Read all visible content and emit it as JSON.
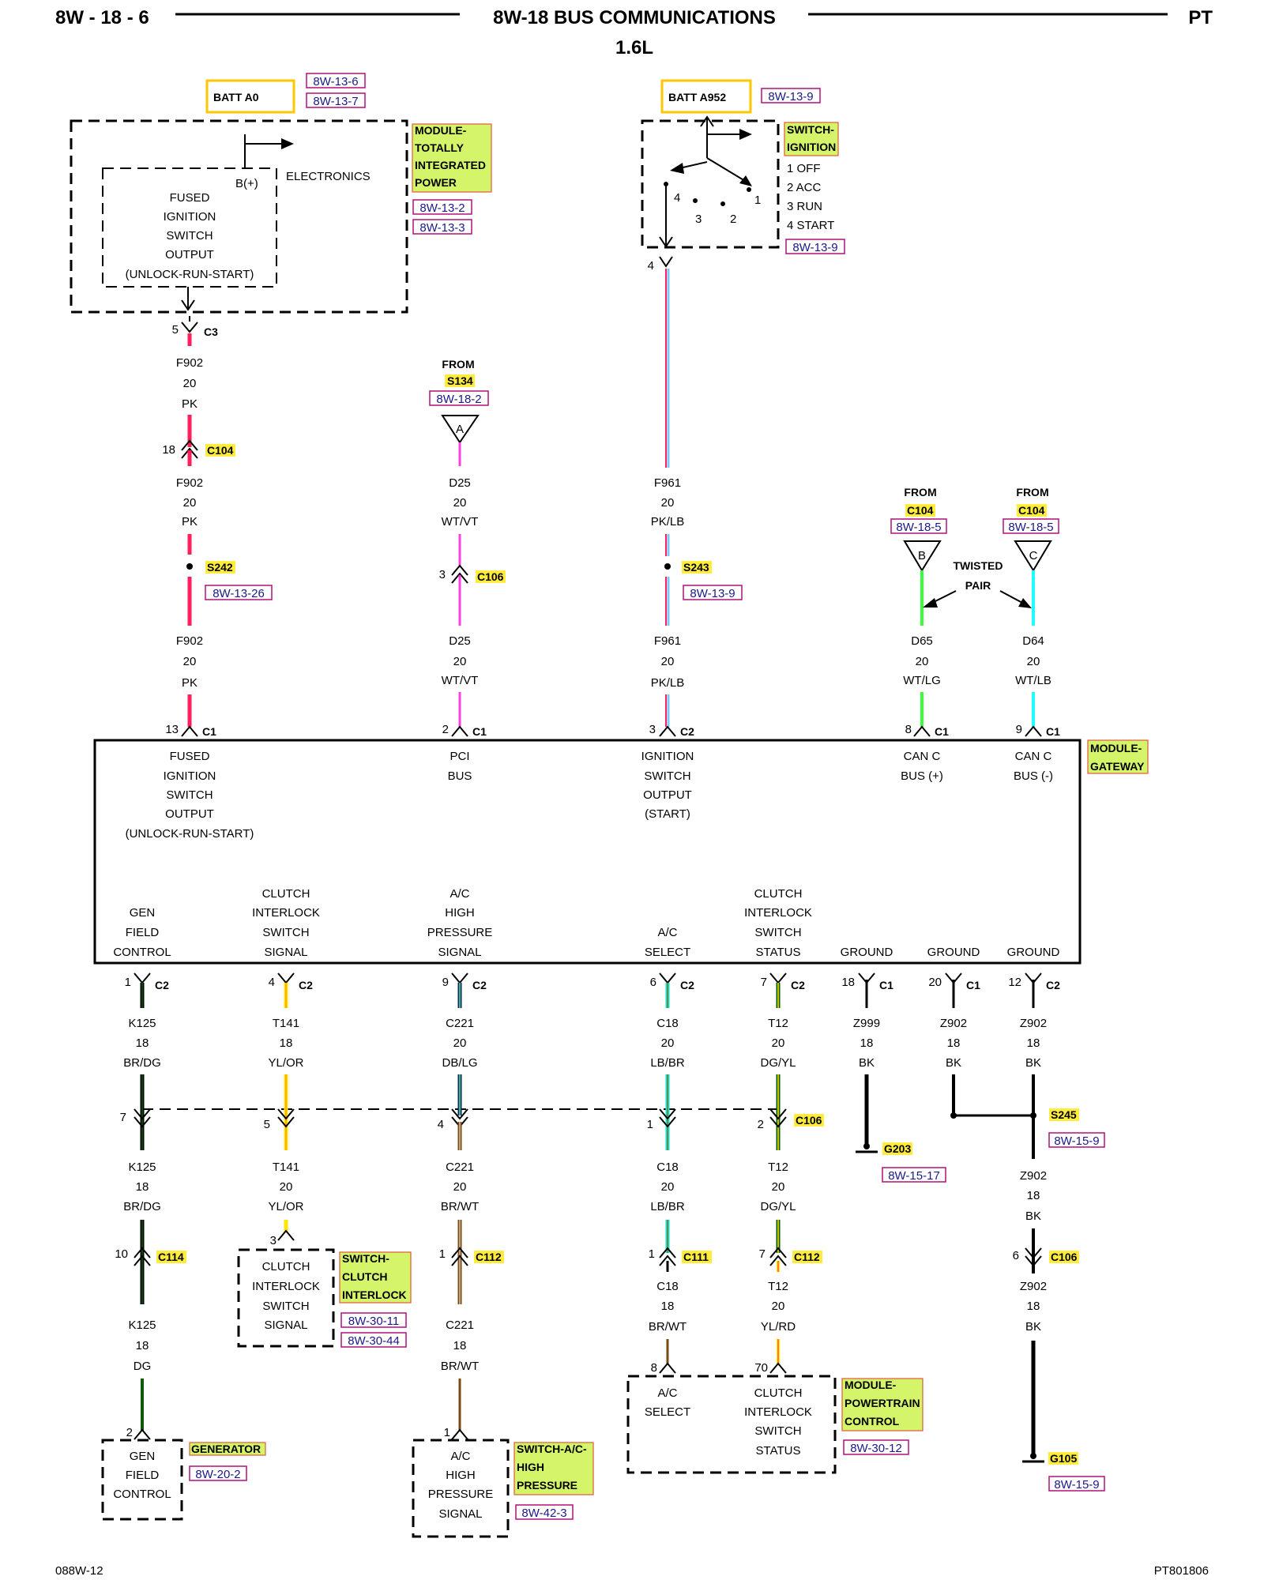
{
  "header": {
    "left": "8W - 18 - 6",
    "title": "8W-18 BUS COMMUNICATIONS",
    "right": "PT",
    "subtitle": "1.6L"
  },
  "footer": {
    "left": "088W-12",
    "right": "PT801806"
  },
  "top": {
    "batt_a0": "BATT A0",
    "batt_a952": "BATT A952",
    "ref_a0_1": "8W-13-6",
    "ref_a0_2": "8W-13-7",
    "ref_a952": "8W-13-9",
    "tipm": {
      "name_lines": [
        "MODULE-",
        "TOTALLY",
        "INTEGRATED",
        "POWER"
      ],
      "refs": [
        "8W-13-2",
        "8W-13-3"
      ],
      "bplus": "B(+)",
      "electronics": "ELECTRONICS",
      "inner_lines": [
        "FUSED",
        "IGNITION",
        "SWITCH",
        "OUTPUT",
        "(UNLOCK-RUN-START)"
      ]
    },
    "ign": {
      "name_lines": [
        "SWITCH-",
        "IGNITION"
      ],
      "positions": [
        "1 OFF",
        "2 ACC",
        "3 RUN",
        "4 START"
      ],
      "ref": "8W-13-9",
      "pin_labels": [
        "4",
        "3",
        "2",
        "1"
      ]
    }
  },
  "wires": {
    "f902": {
      "c3_pin": "5",
      "c3": "C3",
      "lines": [
        "F902",
        "20",
        "PK"
      ],
      "c104_pin": "18",
      "c104": "C104",
      "s242": "S242",
      "s242_ref": "8W-13-26",
      "c1_pin": "13",
      "c1": "C1"
    },
    "d25": {
      "from": "FROM",
      "s134": "S134",
      "s134_ref": "8W-18-2",
      "tri": "A",
      "lines": [
        "D25",
        "20",
        "WT/VT"
      ],
      "c106_pin": "3",
      "c106": "C106",
      "c1_pin": "2",
      "c1": "C1"
    },
    "f961": {
      "top_pin": "4",
      "lines": [
        "F961",
        "20",
        "PK/LB"
      ],
      "s243": "S243",
      "s243_ref": "8W-13-9",
      "c2_pin": "3",
      "c2": "C2"
    },
    "d65": {
      "from": "FROM",
      "c104": "C104",
      "ref": "8W-18-5",
      "tri": "B",
      "lines": [
        "D65",
        "20",
        "WT/LG"
      ],
      "c1_pin": "8",
      "c1": "C1"
    },
    "d64": {
      "from": "FROM",
      "c104": "C104",
      "ref": "8W-18-5",
      "tri": "C",
      "lines": [
        "D64",
        "20",
        "WT/LB"
      ],
      "c1_pin": "9",
      "c1": "C1"
    },
    "twisted": [
      "TWISTED",
      "PAIR"
    ]
  },
  "gateway": {
    "name_lines": [
      "MODULE-",
      "GATEWAY"
    ],
    "top_labels": [
      [
        "FUSED",
        "IGNITION",
        "SWITCH",
        "OUTPUT",
        "(UNLOCK-RUN-START)"
      ],
      [
        "PCI",
        "BUS"
      ],
      [
        "IGNITION",
        "SWITCH",
        "OUTPUT",
        "(START)"
      ],
      [
        "CAN C",
        "BUS (+)"
      ],
      [
        "CAN C",
        "BUS (-)"
      ]
    ],
    "bottom_labels": [
      [
        "GEN",
        "FIELD",
        "CONTROL"
      ],
      [
        "CLUTCH",
        "INTERLOCK",
        "SWITCH",
        "SIGNAL"
      ],
      [
        "A/C",
        "HIGH",
        "PRESSURE",
        "SIGNAL"
      ],
      [
        "A/C",
        "SELECT"
      ],
      [
        "CLUTCH",
        "INTERLOCK",
        "SWITCH",
        "STATUS"
      ],
      [
        "GROUND"
      ],
      [
        "GROUND"
      ],
      [
        "GROUND"
      ]
    ]
  },
  "lower": {
    "k125": {
      "pin": "1",
      "conn": "C2",
      "a": [
        "K125",
        "18",
        "BR/DG"
      ],
      "c106_pin": "7",
      "b": [
        "K125",
        "18",
        "BR/DG"
      ],
      "c114_pin": "10",
      "c114": "C114",
      "c": [
        "K125",
        "18",
        "DG"
      ],
      "end_pin": "2"
    },
    "t141": {
      "pin": "4",
      "conn": "C2",
      "a": [
        "T141",
        "18",
        "YL/OR"
      ],
      "c106_pin": "5",
      "b": [
        "T141",
        "20",
        "YL/OR"
      ],
      "end_pin": "3"
    },
    "c221": {
      "pin": "9",
      "conn": "C2",
      "a": [
        "C221",
        "20",
        "DB/LG"
      ],
      "c106_pin": "4",
      "b": [
        "C221",
        "20",
        "BR/WT"
      ],
      "c112_pin": "1",
      "c112": "C112",
      "c": [
        "C221",
        "18",
        "BR/WT"
      ],
      "end_pin": "1"
    },
    "c18": {
      "pin": "6",
      "conn": "C2",
      "a": [
        "C18",
        "20",
        "LB/BR"
      ],
      "c106_pin": "1",
      "b": [
        "C18",
        "20",
        "LB/BR"
      ],
      "c111_pin": "1",
      "c111": "C111",
      "c": [
        "C18",
        "18",
        "BR/WT"
      ],
      "end_pin": "8"
    },
    "t12": {
      "pin": "7",
      "conn": "C2",
      "a": [
        "T12",
        "20",
        "DG/YL"
      ],
      "c106_pin": "2",
      "c106": "C106",
      "b": [
        "T12",
        "20",
        "DG/YL"
      ],
      "c112_pin": "7",
      "c112": "C112",
      "c": [
        "T12",
        "20",
        "YL/RD"
      ],
      "end_pin": "70"
    },
    "z999": {
      "pin": "18",
      "conn": "C1",
      "a": [
        "Z999",
        "18",
        "BK"
      ],
      "g203": "G203",
      "g203_ref": "8W-15-17"
    },
    "z902a": {
      "pin": "20",
      "conn": "C1",
      "a": [
        "Z902",
        "18",
        "BK"
      ]
    },
    "z902b": {
      "pin": "12",
      "conn": "C2",
      "a": [
        "Z902",
        "18",
        "BK"
      ],
      "s245": "S245",
      "s245_ref": "8W-15-9",
      "b": [
        "Z902",
        "18",
        "BK"
      ],
      "c106_pin": "6",
      "c106": "C106",
      "c": [
        "Z902",
        "18",
        "BK"
      ],
      "g105": "G105",
      "g105_ref": "8W-15-9"
    }
  },
  "components": {
    "generator": {
      "name": "GENERATOR",
      "ref": "8W-20-2",
      "lines": [
        "GEN",
        "FIELD",
        "CONTROL"
      ]
    },
    "clutch_sw": {
      "name_lines": [
        "SWITCH-",
        "CLUTCH",
        "INTERLOCK"
      ],
      "refs": [
        "8W-30-11",
        "8W-30-44"
      ],
      "lines": [
        "CLUTCH",
        "INTERLOCK",
        "SWITCH",
        "SIGNAL"
      ]
    },
    "ac_sw": {
      "name_lines": [
        "SWITCH-A/C-",
        "HIGH",
        "PRESSURE"
      ],
      "ref": "8W-42-3",
      "lines": [
        "A/C",
        "HIGH",
        "PRESSURE",
        "SIGNAL"
      ]
    },
    "pcm": {
      "name_lines": [
        "MODULE-",
        "POWERTRAIN",
        "CONTROL"
      ],
      "ref": "8W-30-12",
      "left": [
        "A/C",
        "SELECT"
      ],
      "right": [
        "CLUTCH",
        "INTERLOCK",
        "SWITCH",
        "STATUS"
      ]
    }
  },
  "colors": {
    "pink": "#ff1f5a",
    "violet": "#ff40e0",
    "light_blue": "#78c8ff",
    "light_green": "#3cff3c",
    "cyan": "#20ffff",
    "yellow": "#ffe600",
    "dark_green": "#0a5a0a",
    "brown": "#7a4a10",
    "orange": "#ff9a00",
    "red": "#ff2020",
    "dark_blue": "#1a1a8a",
    "black": "#000000",
    "highlight_yellow": "#ffec3d",
    "highlight_green": "#d4f56a"
  }
}
